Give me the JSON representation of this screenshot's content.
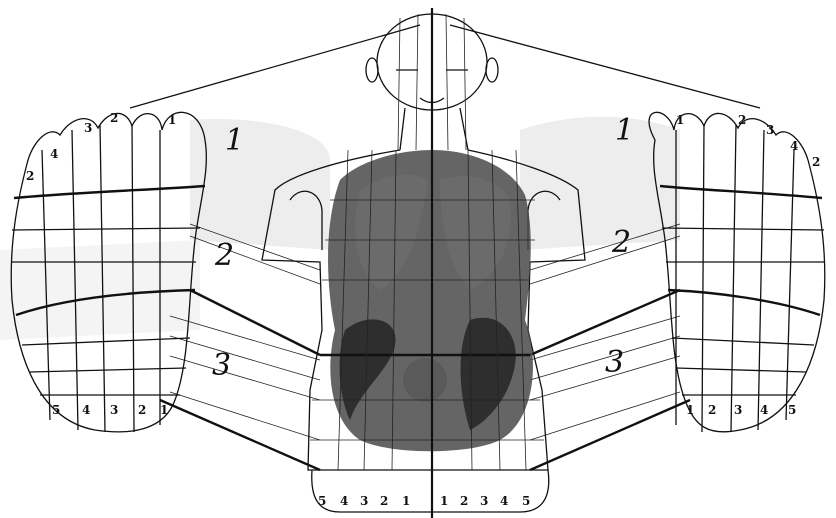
{
  "zones": {
    "left_foot": [
      "1",
      "2",
      "3"
    ],
    "right_foot": [
      "1",
      "2",
      "3"
    ]
  },
  "toes": {
    "left_top": [
      "2",
      "4",
      "3",
      "2",
      "1"
    ],
    "right_top": [
      "1",
      "2",
      "3",
      "4",
      "2"
    ],
    "left_bottom": [
      "5",
      "4",
      "3",
      "2",
      "1"
    ],
    "right_bottom": [
      "1",
      "2",
      "3",
      "4",
      "5"
    ],
    "center_bottom": [
      "5",
      "4",
      "3",
      "2",
      "1",
      "1",
      "2",
      "3",
      "4",
      "5"
    ]
  },
  "colors": {
    "ink": "#111111",
    "organ_fill": "#4a4a4a",
    "shade": "#d9d9d9"
  }
}
